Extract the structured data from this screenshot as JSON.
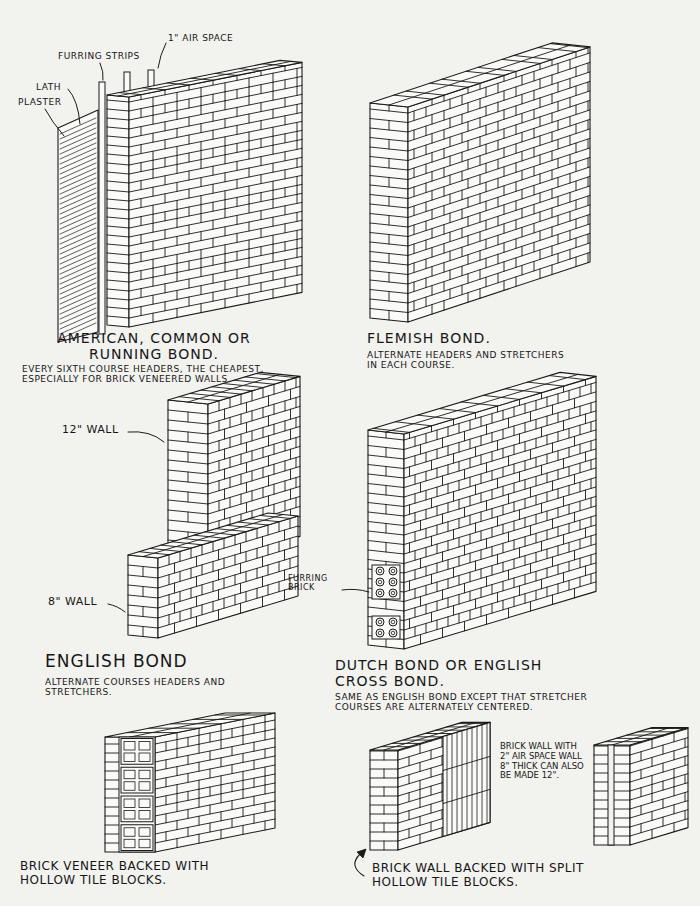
{
  "diagram": {
    "labels": [
      "1\" AIR SPACE",
      "FURRING STRIPS",
      "LATH",
      "PLASTER",
      "AMERICAN, COMMON OR RUNNING BOND.",
      "EVERY SIXTH COURSE HEADERS, THE CHEAPEST, ESPECIALLY FOR BRICK VENEERED WALLS.",
      "FLEMISH BOND.",
      "ALTERNATE HEADERS AND STRETCHERS IN EACH COURSE.",
      "12\" WALL",
      "8\" WALL",
      "ENGLISH BOND",
      "ALTERNATE COURSES HEADERS AND STRETCHERS.",
      "FURRING BRICK",
      "DUTCH BOND OR ENGLISH CROSS BOND.",
      "SAME AS ENGLISH BOND EXCEPT THAT STRETCHER COURSES ARE ALTERNATELY CENTERED.",
      "BRICK VENEER BACKED WITH HOLLOW TILE BLOCKS.",
      "BRICK WALL WITH 2\" AIR SPACE WALL 8\" THICK CAN ALSO BE MADE 12\".",
      "BRICK WALL BACKED WITH SPLIT HOLLOW TILE BLOCKS."
    ]
  }
}
